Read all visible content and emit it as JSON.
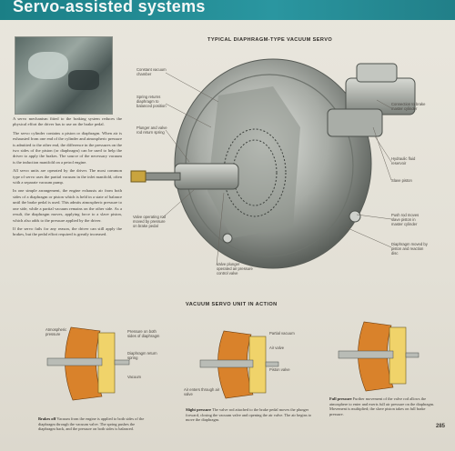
{
  "page": {
    "title": "Servo-assisted systems",
    "page_number": "285"
  },
  "intro": {
    "paragraphs": [
      "A servo mechanism fitted to the braking system reduces the physical effort the driver has to use on the brake pedal.",
      "The servo cylinder contains a piston or diaphragm. When air is exhausted from one end of the cylinder and atmospheric pressure is admitted to the other end, the difference in the pressures on the two sides of the piston (or diaphragm) can be used to help the driver to apply the brakes. The source of the necessary vacuum is the induction manifold on a petrol engine.",
      "All servo units are operated by the driver. The most common type of servo uses the partial vacuum in the inlet manifold, often with a separate vacuum pump.",
      "In one simple arrangement, the engine exhausts air from both sides of a diaphragm or piston which is held in a state of balance until the brake pedal is used. This admits atmospheric pressure to one side, while a partial vacuum remains on the other side. As a result, the diaphragm moves, applying force to a slave piston, which also adds to the pressure applied by the driver.",
      "If the servo fails for any reason, the driver can still apply the brakes, but the pedal effort required is greatly increased."
    ]
  },
  "main_diagram": {
    "heading": "TYPICAL DIAPHRAGM-TYPE VACUUM SERVO",
    "labels": {
      "constant_vacuum": "Constant vacuum chamber",
      "spring_returns": "Spring returns diaphragm to balanced position",
      "plunger": "Plunger and valve rod return spring",
      "valve_operating": "Valve operating rod moved by pressure on brake pedal",
      "valve_plunger": "Valve plunger operated air pressure control valve",
      "connection": "Connection to brake master cylinder",
      "fluid_reservoir": "Hydraulic fluid reservoir",
      "slave_piston": "Slave piston",
      "push_rod": "Push rod moves slave piston in master cylinder",
      "diaphragm_moved": "Diaphragm moved by piston and reaction disc"
    }
  },
  "action": {
    "heading": "VACUUM SERVO UNIT IN ACTION",
    "labels": {
      "atmospheric": "Atmospheric pressure",
      "vacuum": "Vacuum",
      "pressure_both": "Pressure on both sides of diaphragm",
      "diaphragm_spring": "Diaphragm return spring",
      "partial_vacuum": "Partial vacuum",
      "air_valve": "Air valve",
      "piston_valve": "Piston valve",
      "air_enters": "Air enters through air valve"
    },
    "captions": {
      "brakes_off_title": "Brakes off",
      "brakes_off_text": "Vacuum from the engine is applied to both sides of the diaphragm through the vacuum valve. The spring pushes the diaphragm back, and the pressure on both sides is balanced.",
      "slight_title": "Slight pressure",
      "slight_text": "The valve rod attached to the brake pedal moves the plunger forward, closing the vacuum valve and opening the air valve. The air begins to move the diaphragm.",
      "full_title": "Full pressure",
      "full_text": "Further movement of the valve rod allows the atmosphere to enter and exerts full air pressure on the diaphragm. Movement is multiplied; the slave piston takes on full brake pressure."
    }
  },
  "colors": {
    "title_band": "#1f8890",
    "servo_metal": "#b9bcb6",
    "diaphragm_orange": "#d9822b",
    "vacuum_yellow": "#f0d36a"
  }
}
